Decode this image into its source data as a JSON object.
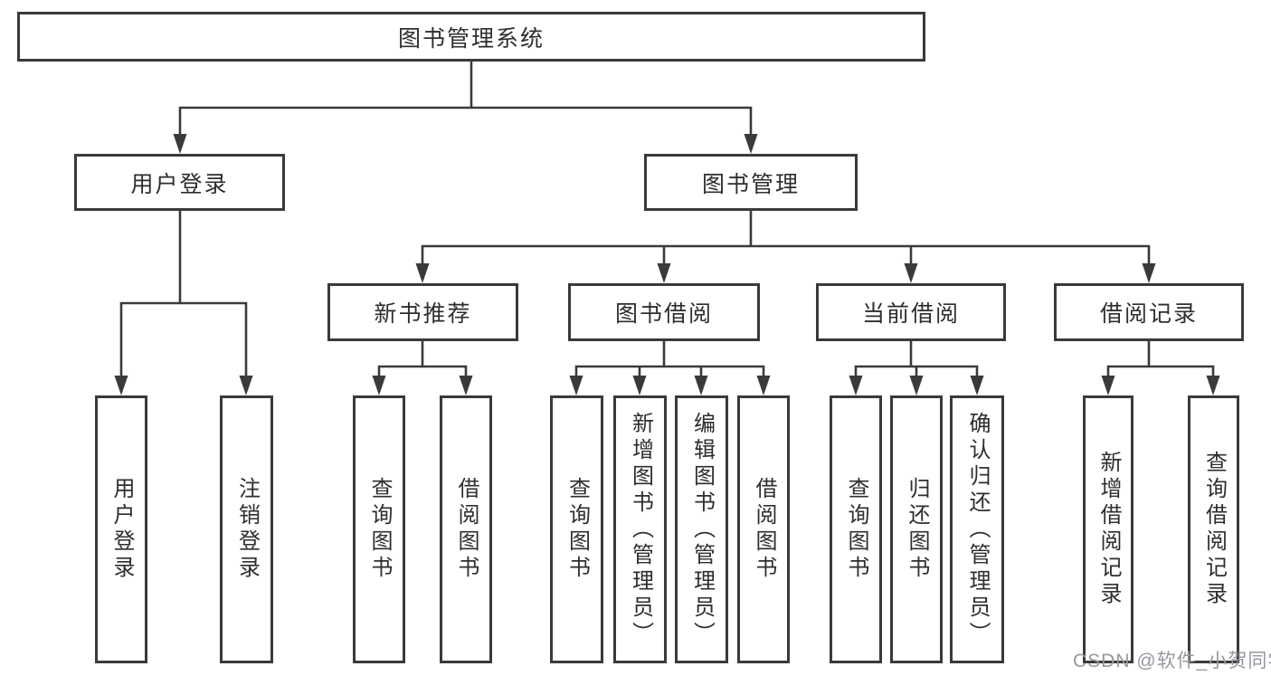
{
  "colors": {
    "line": "#3a3a3a",
    "text": "#2e2e2e",
    "background": "#ffffff",
    "watermark": "#97979f"
  },
  "tree": {
    "root": "图书管理系统",
    "children": [
      {
        "label": "用户登录",
        "children": [
          "用户登录",
          "注销登录"
        ]
      },
      {
        "label": "图书管理",
        "children": [
          {
            "label": "新书推荐",
            "children": [
              "查询图书",
              "借阅图书"
            ]
          },
          {
            "label": "图书借阅",
            "children": [
              "查询图书",
              "新增图书（管理员）",
              "编辑图书（管理员）",
              "借阅图书"
            ]
          },
          {
            "label": "当前借阅",
            "children": [
              "查询图书",
              "归还图书",
              "确认归还（管理员）"
            ]
          },
          {
            "label": "借阅记录",
            "children": [
              "新增借阅记录",
              "查询借阅记录"
            ]
          }
        ]
      }
    ]
  },
  "watermark": "CSDN @软件_小贺同学"
}
